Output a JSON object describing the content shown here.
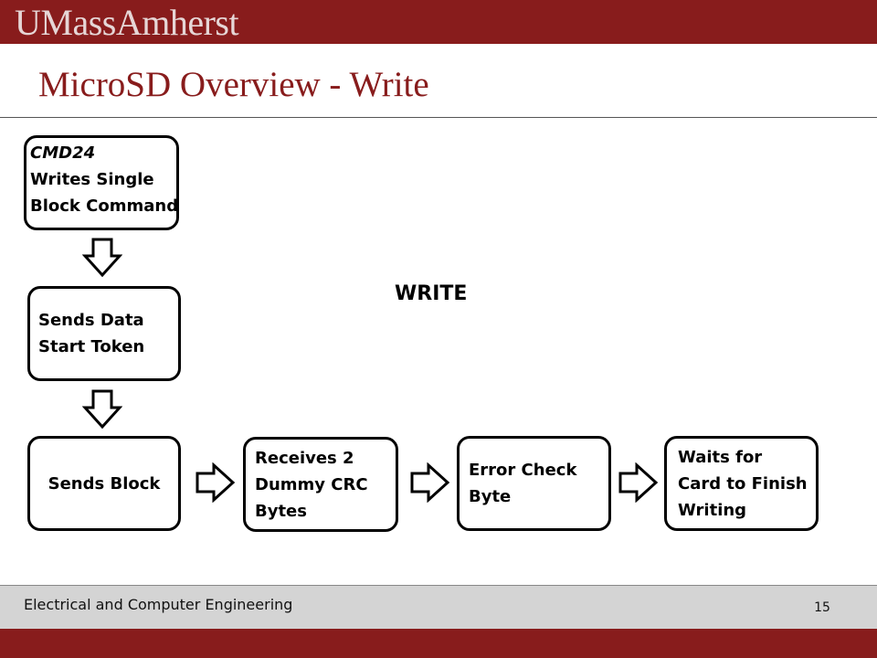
{
  "header": {
    "logo_text": "UMassAmherst",
    "title": "MicroSD Overview - Write"
  },
  "diagram": {
    "label": "WRITE",
    "boxes": {
      "cmd24": {
        "lines": [
          "CMD24",
          "Writes Single",
          "Block Command"
        ]
      },
      "token": {
        "lines": [
          "Sends Data",
          "Start Token"
        ]
      },
      "block": {
        "lines": [
          "Sends Block"
        ]
      },
      "crc": {
        "lines": [
          "Receives 2",
          "Dummy CRC",
          "Bytes"
        ]
      },
      "error": {
        "lines": [
          "Error Check",
          "Byte"
        ]
      },
      "wait": {
        "lines": [
          "Waits for",
          "Card to Finish",
          "Writing"
        ]
      }
    }
  },
  "footer": {
    "department": "Electrical and Computer Engineering",
    "page_number": "15"
  },
  "colors": {
    "brand": "#881c1c",
    "footer_bg": "#d4d4d4"
  }
}
